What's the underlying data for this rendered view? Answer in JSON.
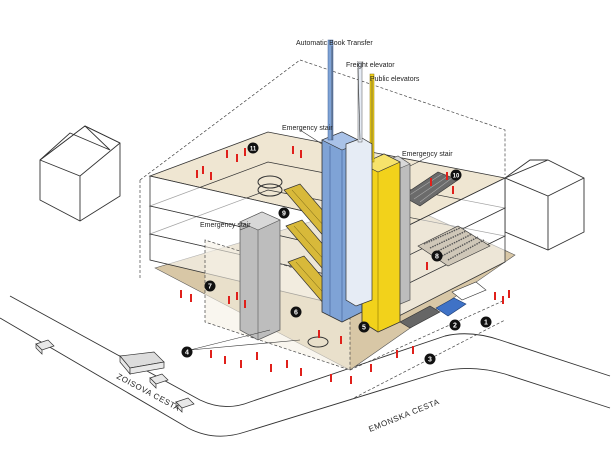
{
  "colors": {
    "floor": "#efe6d2",
    "ground": "#d8c7a6",
    "glass": "#ffffff",
    "blue_core": "#7fa3d6",
    "yellow_core": "#f2d21b",
    "gray_core": "#bdbdbd",
    "escalator": "#d8b93a",
    "people": "#e0201b",
    "marker": "#111111",
    "car": "#e8e8e8"
  },
  "labels": {
    "book_transfer": "Automatic Book Transfer",
    "freight_elevator": "Freight elevator",
    "public_elevators": "Public elevators",
    "emergency_stair_1": "Emergency stair",
    "emergency_stair_2": "Emergency stair",
    "emergency_stair_3": "Emergency stair"
  },
  "streets": {
    "west": "ZOISOVA CESTA",
    "south": "EMONSKA CESTA"
  },
  "markers": [
    "1",
    "2",
    "3",
    "4",
    "5",
    "6",
    "7",
    "8",
    "9",
    "10",
    "11"
  ]
}
